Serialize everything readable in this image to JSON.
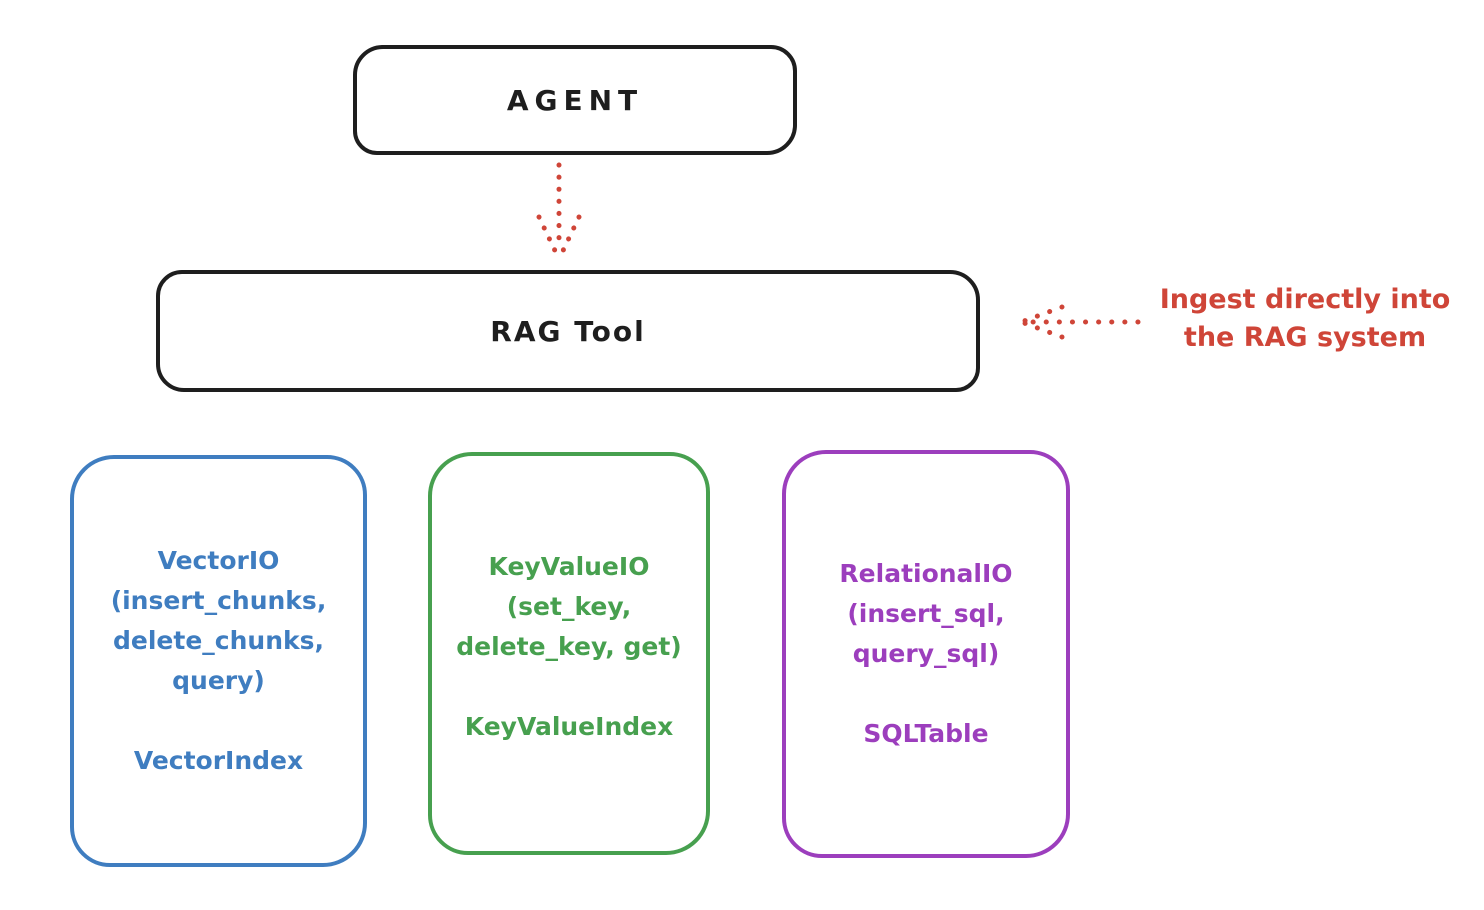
{
  "colors": {
    "ink": "#1e1e1e",
    "red": "#cf4538",
    "blue": "#3f7dc0",
    "green": "#47a04f",
    "purple": "#9c3ebd",
    "background": "#ffffff"
  },
  "agent_box": {
    "label": "AGENT"
  },
  "rag_box": {
    "label": "RAG Tool"
  },
  "annotation": {
    "line1": "Ingest directly into",
    "line2": "the RAG system"
  },
  "io_boxes": [
    {
      "id": "vector",
      "color": "#3f7dc0",
      "line1": "VectorIO",
      "line2": "(insert_chunks,",
      "line3": "delete_chunks,",
      "line4": "query)",
      "index_label": "VectorIndex"
    },
    {
      "id": "keyvalue",
      "color": "#47a04f",
      "line1": "KeyValueIO",
      "line2": "(set_key,",
      "line3": "delete_key, get)",
      "index_label": "KeyValueIndex"
    },
    {
      "id": "relational",
      "color": "#9c3ebd",
      "line1": "RelationalIO",
      "line2": "(insert_sql,",
      "line3": "query_sql)",
      "index_label": "SQLTable"
    }
  ],
  "arrows": [
    {
      "id": "agent-to-ragtool",
      "style": "dotted",
      "color": "#cf4538",
      "direction": "down"
    },
    {
      "id": "annotation-to-ragtool",
      "style": "dotted",
      "color": "#cf4538",
      "direction": "left"
    }
  ]
}
